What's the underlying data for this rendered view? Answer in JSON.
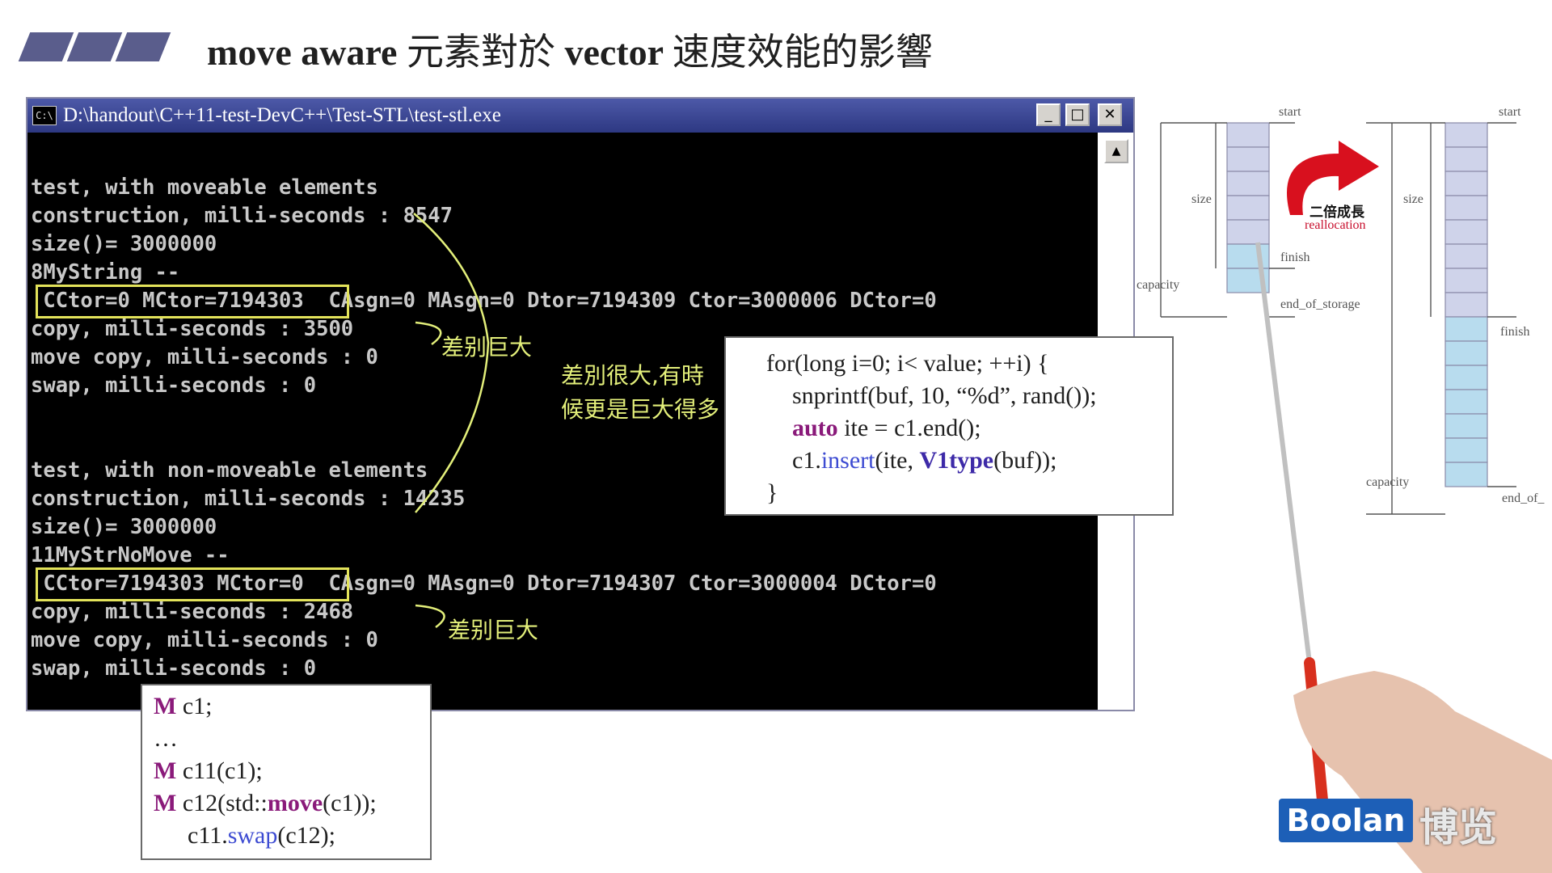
{
  "slide": {
    "title_en1": "move aware",
    "title_zh1": "元素對於",
    "title_en2": "vector",
    "title_zh2": "速度效能的影響"
  },
  "window": {
    "icon_text": "C:\\",
    "title": "D:\\handout\\C++11-test-DevC++\\Test-STL\\test-stl.exe",
    "minimize_glyph": "_",
    "maximize_glyph": "□",
    "close_glyph": "✕",
    "scroll_up_glyph": "▲"
  },
  "console": {
    "lines": [
      "test, with moveable elements",
      "construction, milli-seconds : 8547",
      "size()= 3000000",
      "8MyString --",
      " CCtor=0 MCtor=7194303  CAsgn=0 MAsgn=0 Dtor=7194309 Ctor=3000006 DCtor=0",
      "copy, milli-seconds : 3500",
      "move copy, milli-seconds : 0",
      "swap, milli-seconds : 0",
      "",
      "",
      "test, with non-moveable elements",
      "construction, milli-seconds : 14235",
      "size()= 3000000",
      "11MyStrNoMove --",
      " CCtor=7194303 MCtor=0  CAsgn=0 MAsgn=0 Dtor=7194307 Ctor=3000004 DCtor=0",
      "copy, milli-seconds : 2468",
      "move copy, milli-seconds : 0",
      "swap, milli-seconds : 0"
    ]
  },
  "annotations": {
    "diff_huge_1": "差别巨大",
    "diff_big": "差別很大,有時候更是巨大得多",
    "diff_huge_2": "差别巨大"
  },
  "code_loop": {
    "l1": "for(long i=0; i< value; ++i) {",
    "l2": "snprintf(buf, 10, “%d”, rand());",
    "l3_kw": "auto",
    "l3_rest": " ite = c1.end();",
    "l4_a": "c1.",
    "l4_fn": "insert",
    "l4_b": "(ite, ",
    "l4_ty": "V1type",
    "l4_c": "(buf));",
    "l5": "}"
  },
  "code_ops": {
    "l1_kw": "M",
    "l1_rest": " c1;",
    "l2": "…",
    "l3_kw": "M",
    "l3_rest": " c11(c1);",
    "l4_kw": "M",
    "l4_a": " c12(std::",
    "l4_fn": "move",
    "l4_b": "(c1));",
    "l5_a": "c11.",
    "l5_fn": "swap",
    "l5_b": "(c12);"
  },
  "diagram": {
    "start": "start",
    "size": "size",
    "finish": "finish",
    "capacity": "capacity",
    "end_of_storage": "end_of_storage",
    "start2": "start",
    "size2": "size",
    "finish2": "finish",
    "capacity2": "capacity",
    "end_of2": "end_of_",
    "growth": "二倍成長",
    "reallocation": "reallocation"
  },
  "logo": {
    "brand": "Boolan",
    "brand_zh": "博览"
  },
  "colors": {
    "console_bg": "#000000",
    "console_text": "#c8c8c8",
    "highlight": "#e3e35a",
    "annotation": "#e3ef7a",
    "keyword": "#8a1a7a",
    "function": "#3d4bd2",
    "cell_fill": "#cfd3ea",
    "cell_free": "#b8dcee",
    "arrow_red": "#d8101e",
    "logo_blue": "#1d5fb7"
  }
}
